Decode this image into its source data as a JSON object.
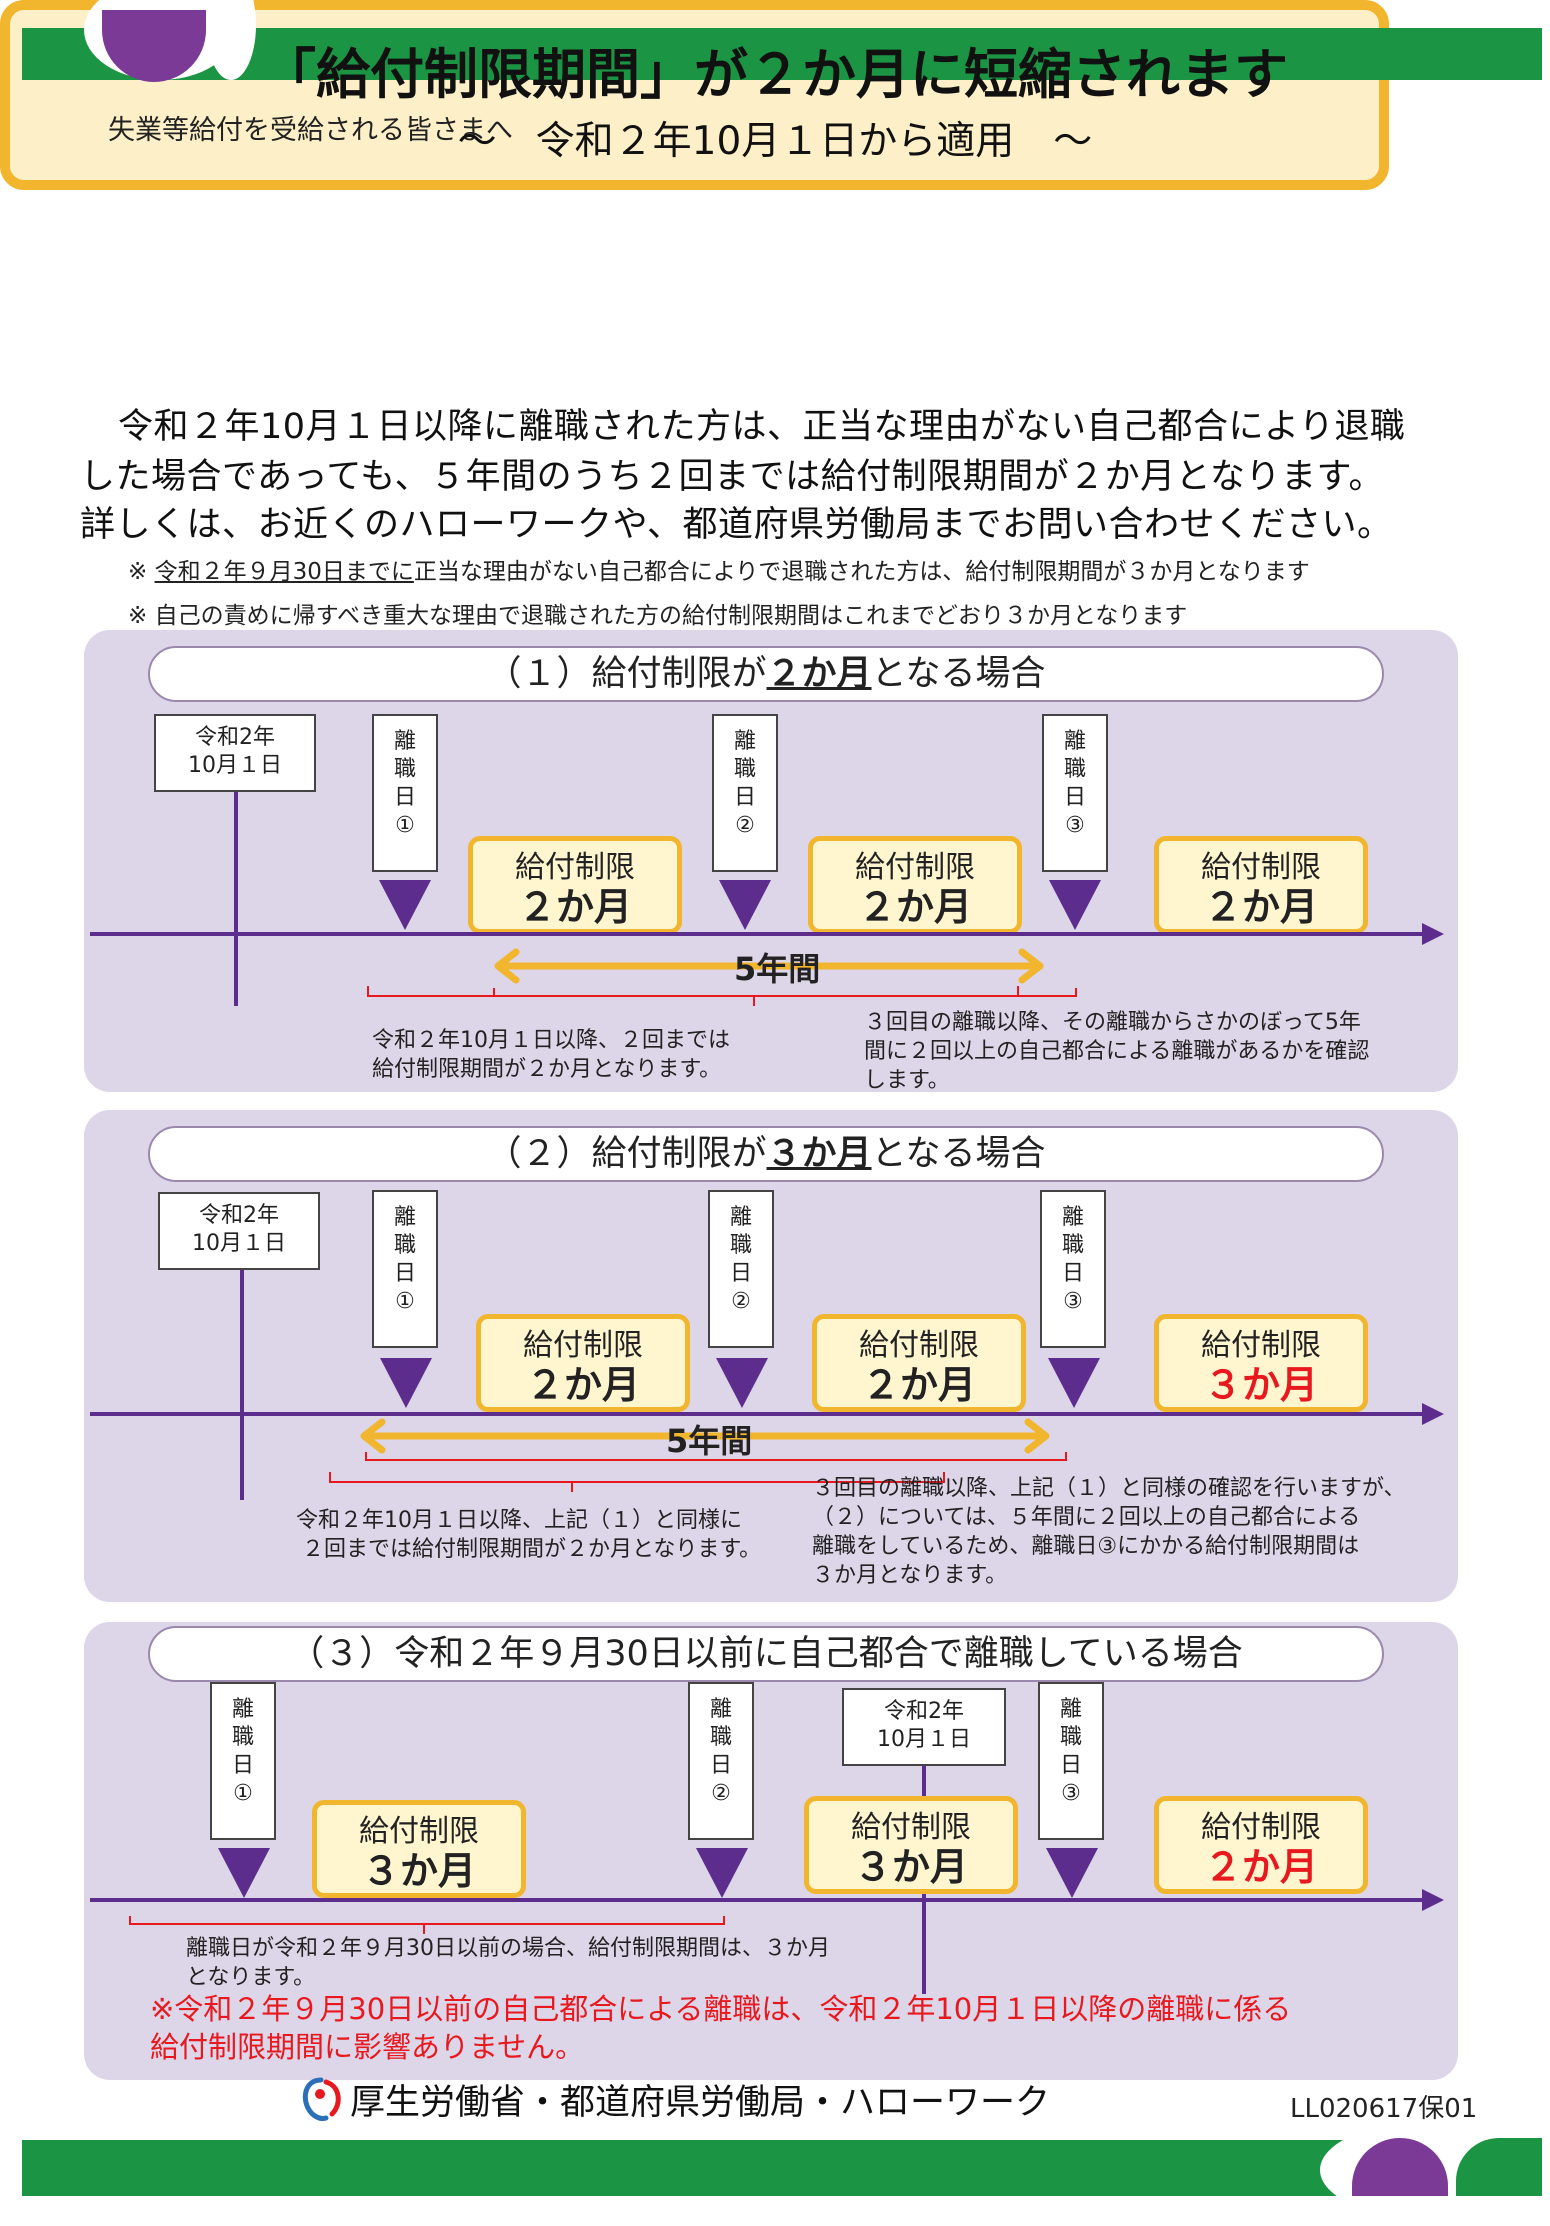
{
  "header": {
    "audience": "失業等給付を受給される皆さまへ",
    "title": "「給付制限期間」が２か月に短縮されます",
    "subtitle": "～　令和２年10月１日から適用　～"
  },
  "intro": {
    "line1": "令和２年10月１日以降に離職された方は、正当な理由がない自己都合により退職",
    "line2": "した場合であっても、５年間のうち２回までは給付制限期間が２か月となります。",
    "line3": "詳しくは、お近くのハローワークや、都道府県労働局までお問い合わせください。"
  },
  "notes": {
    "mark": "※",
    "n1_underlined": "令和２年９月30日までに",
    "n1_rest": "正当な理由がない自己都合によりで退職された方は、給付制限期間が３か月となります",
    "n2": "自己の責めに帰すべき重大な理由で退職された方の給付制限期間はこれまでどおり３か月となります"
  },
  "common": {
    "date_l1": "令和2年",
    "date_l2": "10月１日",
    "ri": "離",
    "shoku": "職",
    "hi": "日",
    "n1": "①",
    "n2": "②",
    "n3": "③",
    "limit_label": "給付制限",
    "two_months": "２か月",
    "three_months": "３か月",
    "five_years": "5年間"
  },
  "case1": {
    "prefix": "（１）給付制限が",
    "emph": "２か月",
    "suffix": "となる場合",
    "left_l1": "令和２年10月１日以降、２回までは",
    "left_l2": "給付制限期間が２か月となります。",
    "right_l1": "３回目の離職以降、その離職からさかのぼって5年",
    "right_l2": "間に２回以上の自己都合による離職があるかを確認",
    "right_l3": "します。"
  },
  "case2": {
    "prefix": "（２）給付制限が",
    "emph": "３か月",
    "suffix": "となる場合",
    "left_l1": "令和２年10月１日以降、上記（１）と同様に",
    "left_l2": "２回までは給付制限期間が２か月となります。",
    "right_l1": "３回目の離職以降、上記（１）と同様の確認を行いますが、",
    "right_l2": "（２）については、５年間に２回以上の自己都合による",
    "right_l3": "離職をしているため、離職日③にかかる給付制限期間は",
    "right_l4": "３か月となります。"
  },
  "case3": {
    "title": "（３）令和２年９月30日以前に自己都合で離職している場合",
    "note_l1": "離職日が令和２年９月30日以前の場合、給付制限期間は、３か月",
    "note_l2": "となります。",
    "red_l1": "※令和２年９月30日以前の自己都合による離職は、令和２年10月１日以降の離職に係る",
    "red_l2": "給付制限期間に影響ありません。"
  },
  "footer": {
    "org": "厚生労働省・都道府県労働局・ハローワーク",
    "code": "LL020617保01"
  },
  "colors": {
    "green": "#1b9444",
    "purple": "#7b3a96",
    "panel": "#ddd5e8",
    "gold": "#f2b52e",
    "red": "#e8191e"
  }
}
